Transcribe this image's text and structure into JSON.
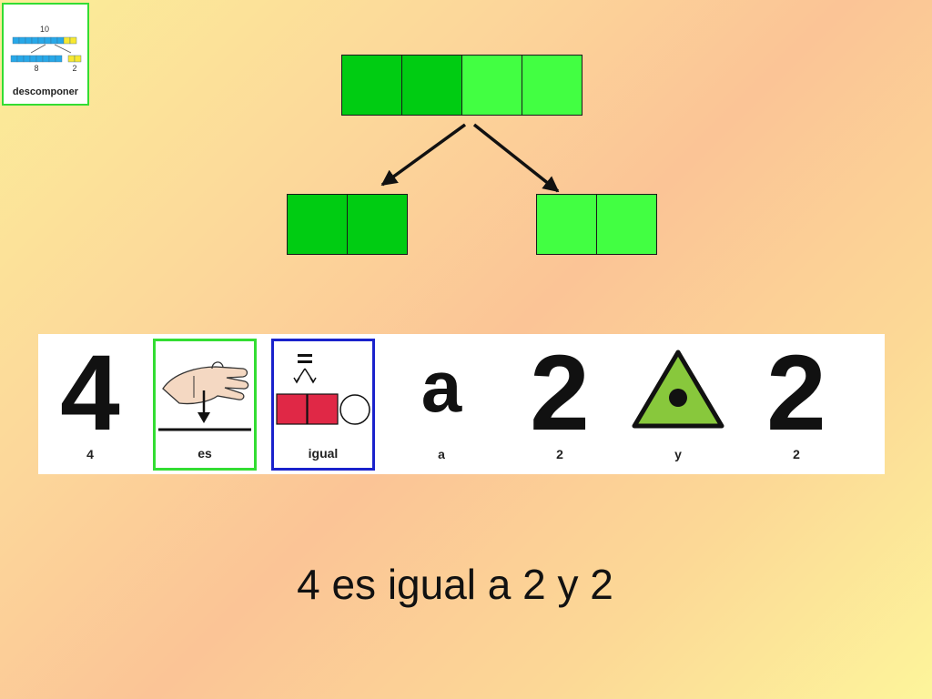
{
  "logo": {
    "label": "descomponer",
    "top_number": "10",
    "left_number": "8",
    "right_number": "2"
  },
  "diagram": {
    "whole": [
      "dark",
      "dark",
      "light",
      "light"
    ],
    "left_part": [
      "dark",
      "dark"
    ],
    "right_part": [
      "light",
      "light"
    ]
  },
  "colors": {
    "dark_green": "#00cc12",
    "light_green": "#42ff42",
    "picto_red": "#e02846",
    "triangle_green": "#88c83c",
    "logo_blue": "#28a8e8",
    "logo_yellow": "#f8e830",
    "frame_green": "#33dd33",
    "frame_blue": "#1a22cc"
  },
  "pictograms": [
    {
      "glyph": "4",
      "caption": "4"
    },
    {
      "icon": "hand-down-icon",
      "caption": "es"
    },
    {
      "icon": "equal-icon",
      "caption": "igual"
    },
    {
      "glyph": "a",
      "caption": "a"
    },
    {
      "glyph": "2",
      "caption": "2"
    },
    {
      "icon": "triangle-dot-icon",
      "caption": "y"
    },
    {
      "glyph": "2",
      "caption": "2"
    }
  ],
  "sentence": "4 es igual a 2 y 2"
}
